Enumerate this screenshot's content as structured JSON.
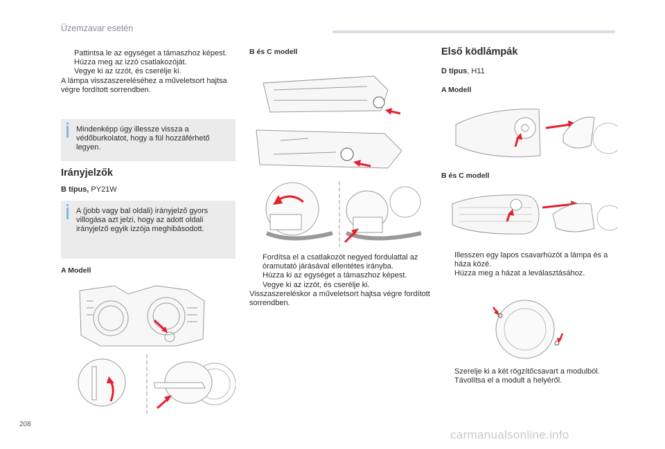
{
  "header": {
    "title": "Üzemzavar esetén"
  },
  "page_number": "208",
  "watermark": "carmanualsonline.info",
  "bullet_mark": "",
  "col1": {
    "bullets": [
      "Pattintsa le az egységet a támaszhoz képest.",
      "Húzza meg az izzó csatlakozóját.",
      "Vegye ki az izzót, és cserélje ki."
    ],
    "para": "A lámpa visszaszereléséhez a műveletsort hajtsa végre fordított sorrendben.",
    "note1": "Mindenképp úgy illessze vissza a védőburkolatot, hogy a fül hozzáférhető legyen.",
    "section_title": "Irányjelzők",
    "type_label": "B típus,",
    "type_value": " PY21W",
    "note2": "A (jobb vagy bal oldali) irányjelző gyors villogása azt jelzi, hogy az adott oldali irányjelző egyik izzója meghibásodott.",
    "model_label": "A Modell"
  },
  "col2": {
    "model_label": "B és C modell",
    "bullets": [
      "Fordítsa el a csatlakozót negyed fordulattal az óramutató járásával ellentétes irányba.",
      "Húzza ki az egységet a támaszhoz képest.",
      "Vegye ki az izzót, és cserélje ki."
    ],
    "para": "Visszaszereléskor a műveletsort hajtsa végre fordított sorrendben."
  },
  "col3": {
    "section_title": "Első ködlámpák",
    "type_label": "D típus",
    "type_value": ", H11",
    "model_a": "A Modell",
    "model_bc": "B és C modell",
    "bullets_a": [
      "Illesszen egy lapos csavarhúzót a lámpa és a háza közé.",
      "Húzza meg a házat a leválasztásához."
    ],
    "bullets_b": [
      "Szerelje ki a két rögzítőcsavart a modulból.",
      "Távolítsa el a modult a helyéről."
    ]
  },
  "colors": {
    "arrow": "#e4202f",
    "note_bg": "#ebebeb",
    "info_bar": "#7bb7e3",
    "header_bar": "#dadce6"
  }
}
